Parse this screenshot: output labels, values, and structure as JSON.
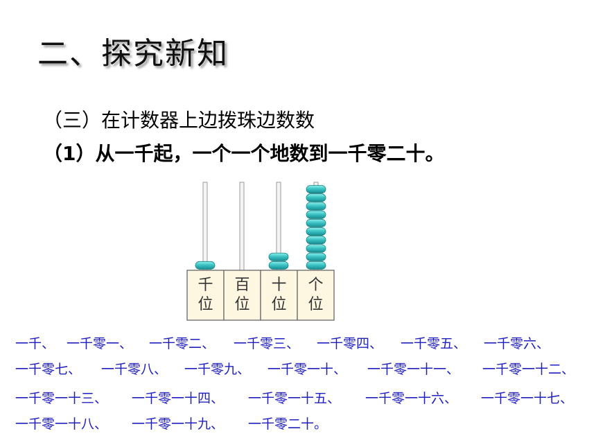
{
  "title": "二、探究新知",
  "subtitle": "（三）在计数器上边拨珠边数数",
  "task": "（1）从一千起，一个一个地数到一千零二十。",
  "abacus": {
    "places": [
      {
        "top": "千",
        "bottom": "位",
        "beads": 1
      },
      {
        "top": "百",
        "bottom": "位",
        "beads": 0
      },
      {
        "top": "十",
        "bottom": "位",
        "beads": 2
      },
      {
        "top": "个",
        "bottom": "位",
        "beads": 10
      }
    ],
    "bead_color": "#3cc3c3",
    "label_bg": "#fdf7e2"
  },
  "counting_rows": [
    [
      "一千、",
      "一千零一、",
      "一千零二、",
      "一千零三、",
      "一千零四、",
      "一千零五、",
      "一千零六、"
    ],
    [
      "一千零七、",
      "一千零八、",
      "一千零九、",
      "一千零一十、",
      "一千零一十一、",
      "一千零一十二、"
    ],
    [
      "一千零一十三、",
      "一千零一十四、",
      "一千零一十五、",
      "一千零一十六、",
      "一千零一十七、"
    ],
    [
      "一千零一十八、",
      "一千零一十九、",
      "一千零二十。"
    ]
  ],
  "text_color": "#1f1fbf"
}
